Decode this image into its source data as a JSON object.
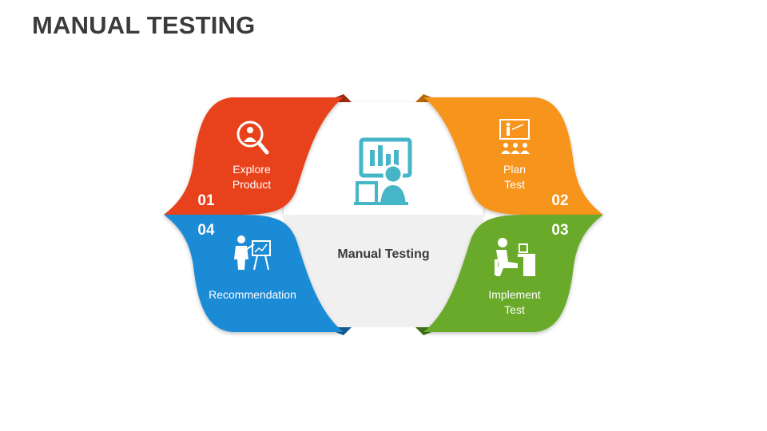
{
  "title": "MANUAL TESTING",
  "center": {
    "label": "Manual Testing",
    "icon": "presentation-person-icon"
  },
  "colors": {
    "red": "#e8431b",
    "orange": "#f7941d",
    "green": "#6aaa2a",
    "blue": "#1f8bd6",
    "center_icon": "#46b5c8"
  },
  "steps": [
    {
      "number": "01",
      "line1": "Explore",
      "line2": "Product",
      "icon": "search-person-icon",
      "color": "#e8431b"
    },
    {
      "number": "02",
      "line1": "Plan",
      "line2": "Test",
      "icon": "presentation-audience-icon",
      "color": "#f7941d"
    },
    {
      "number": "03",
      "line1": "Implement",
      "line2": "Test",
      "icon": "person-at-desk-icon",
      "color": "#6aaa2a"
    },
    {
      "number": "04",
      "line1": "Recommendation",
      "line2": "",
      "icon": "presenter-board-icon",
      "color": "#1f8bd6"
    }
  ]
}
